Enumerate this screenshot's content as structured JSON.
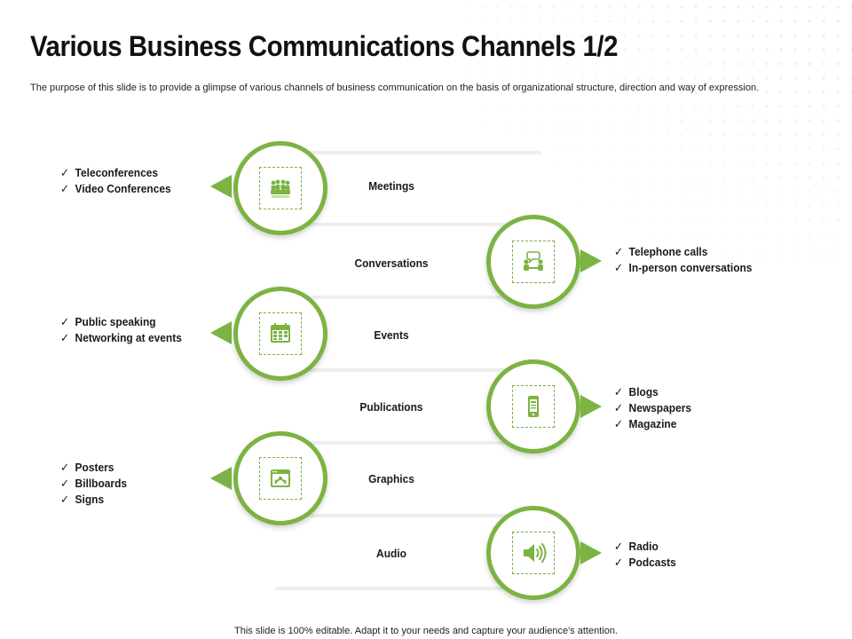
{
  "title": "Various Business Communications Channels 1/2",
  "subtitle": "The purpose of this slide is to provide a glimpse of various channels of business communication on the basis of organizational structure, direction and way of expression.",
  "footer": "This slide is 100% editable. Adapt it to your needs and capture your audience's attention.",
  "colors": {
    "accent": "#7cb342",
    "bar": "#eeeeee",
    "text": "#1a1a1a"
  },
  "check_mark": "✓",
  "channels": [
    {
      "label": "Meetings",
      "icon": "meeting-icon",
      "side": "left",
      "items": [
        "Teleconferences",
        "Video Conferences"
      ]
    },
    {
      "label": "Conversations",
      "icon": "conversation-icon",
      "side": "right",
      "items": [
        "Telephone calls",
        "In-person conversations"
      ]
    },
    {
      "label": "Events",
      "icon": "calendar-icon",
      "side": "left",
      "items": [
        "Public speaking",
        "Networking at events"
      ]
    },
    {
      "label": "Publications",
      "icon": "mobile-phone-icon",
      "side": "right",
      "items": [
        "Blogs",
        "Newspapers",
        "Magazine"
      ]
    },
    {
      "label": "Graphics",
      "icon": "graphics-window-icon",
      "side": "left",
      "items": [
        "Posters",
        "Billboards",
        "Signs"
      ]
    },
    {
      "label": "Audio",
      "icon": "speaker-icon",
      "side": "right",
      "items": [
        "Radio",
        "Podcasts"
      ]
    }
  ]
}
